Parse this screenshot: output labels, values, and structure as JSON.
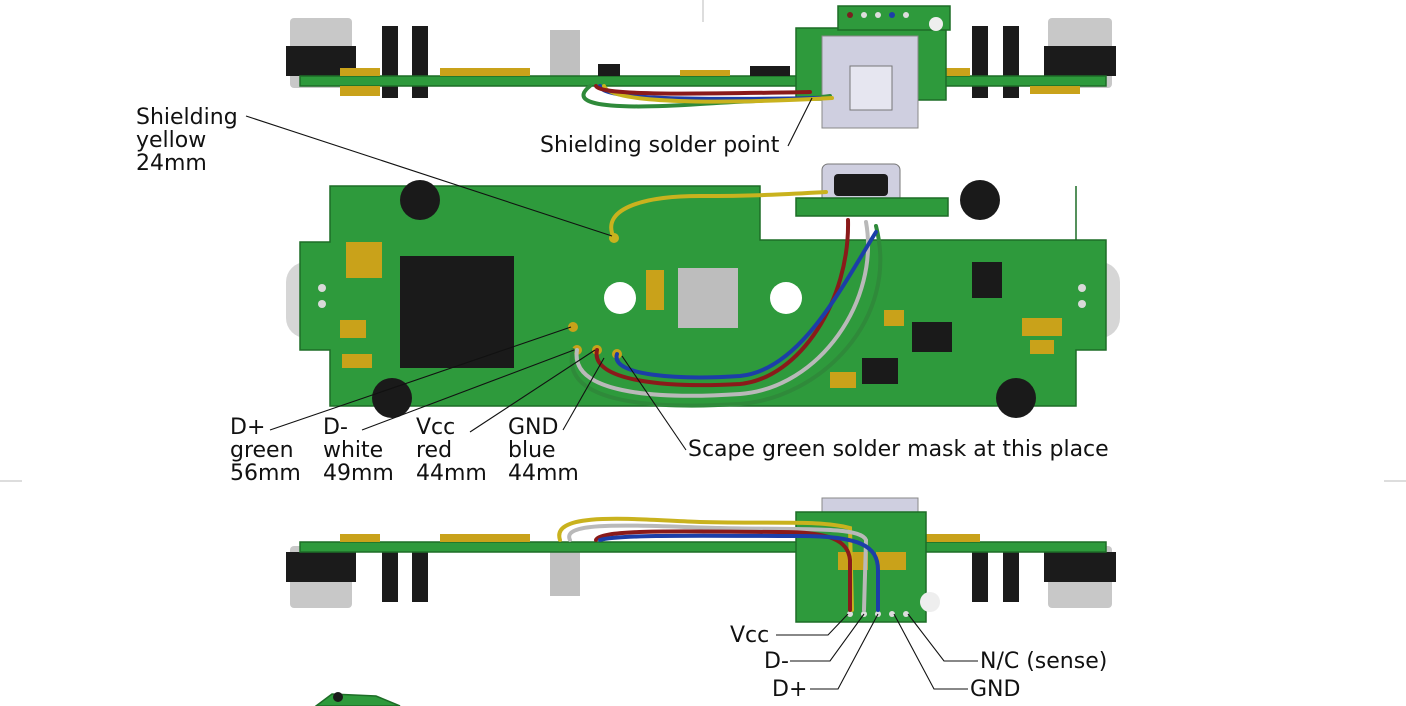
{
  "labels": {
    "shielding": {
      "line1": "Shielding",
      "line2": "yellow",
      "line3": "24mm"
    },
    "shielding_point": "Shielding solder point",
    "d_plus": {
      "line1": "D+",
      "line2": "green",
      "line3": "56mm"
    },
    "d_minus": {
      "line1": "D-",
      "line2": "white",
      "line3": "49mm"
    },
    "vcc": {
      "line1": "Vcc",
      "line2": "red",
      "line3": "44mm"
    },
    "gnd": {
      "line1": "GND",
      "line2": "blue",
      "line3": "44mm"
    },
    "scrape": "Scape green solder mask at this place",
    "connector_pins": {
      "vcc": "Vcc",
      "d_minus": "D-",
      "d_plus": "D+",
      "nc": "N/C (sense)",
      "gnd": "GND"
    }
  },
  "colors": {
    "pcb": "#2e9a3c",
    "wire_yellow": "#c9b21e",
    "wire_green": "#2f8a3a",
    "wire_white": "#b9b9b9",
    "wire_red": "#8a1a1a",
    "wire_blue": "#1c3ea8"
  }
}
